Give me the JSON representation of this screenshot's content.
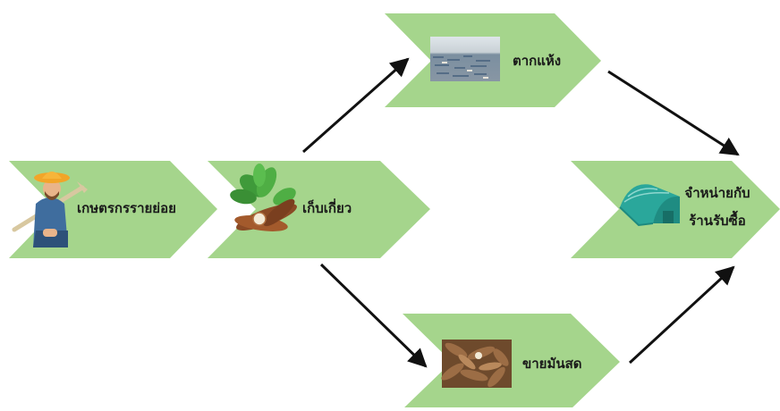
{
  "colors": {
    "chevron_fill": "#a5d58c",
    "arrow": "#111111",
    "greenhouse": "#2aa79b"
  },
  "nodes": {
    "farmer": {
      "label": "เกษตรกรรายย่อย",
      "icon": "farmer-icon"
    },
    "harvest": {
      "label": "เก็บเกี่ยว",
      "icon": "cassava-plant-icon"
    },
    "dry": {
      "label": "ตากแห้ง",
      "icon": "drying-yard-photo"
    },
    "fresh": {
      "label": "ขายมันสด",
      "icon": "fresh-cassava-photo"
    },
    "sell": {
      "line1": "จำหน่ายกับ",
      "line2": "ร้านรับซื้อ",
      "icon": "greenhouse-icon"
    }
  }
}
